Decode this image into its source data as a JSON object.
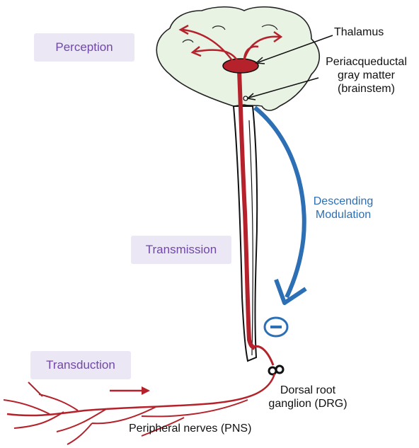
{
  "stages": {
    "perception": "Perception",
    "transmission": "Transmission",
    "transduction": "Transduction"
  },
  "annotations": {
    "thalamus": "Thalamus",
    "pag_line1": "Periacqueductal",
    "pag_line2": "gray matter",
    "pag_line3": "(brainstem)",
    "descending_line1": "Descending",
    "descending_line2": "Modulation",
    "drg_line1": "Dorsal root",
    "drg_line2": "ganglion (DRG)",
    "pns": "Peripheral nerves (PNS)"
  },
  "colors": {
    "brain_fill": "#e9f3e4",
    "pathway_red": "#b5222b",
    "modulation_blue": "#2d6fb5",
    "stage_label_bg": "#ece7f5",
    "stage_label_text": "#7048a8"
  },
  "symbols": {
    "inhibition": "minus-sign"
  }
}
